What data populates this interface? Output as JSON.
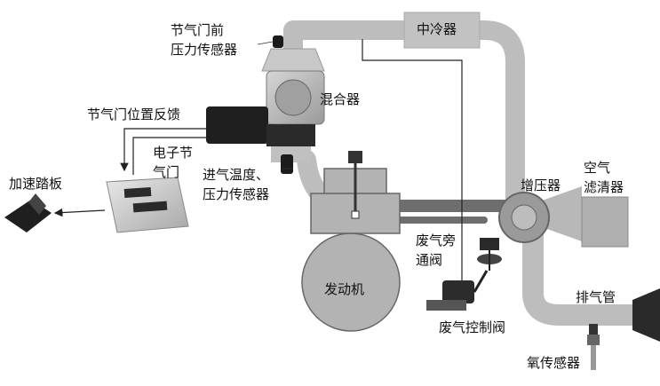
{
  "labels": {
    "throttle_front_sensor": [
      "节气门前",
      "压力传感器"
    ],
    "intercooler": "中冷器",
    "throttle_position": "节气门位置反馈",
    "mixer": "混合器",
    "e_throttle": [
      "电子节",
      "气门"
    ],
    "intake_temp_pressure": [
      "进气温度、",
      "压力传感器"
    ],
    "accelerator": "加速踏板",
    "turbo": "增压器",
    "air_filter": [
      "空气",
      "滤清器"
    ],
    "wastegate_bypass": [
      "废气旁",
      "通阀"
    ],
    "engine": "发动机",
    "exhaust_pipe": "排气管",
    "wastegate_control": "废气控制阀",
    "o2_sensor": "氧传感器"
  },
  "colors": {
    "pipe": "#bdbdbd",
    "dark_pipe": "#6e6e6e",
    "engine": "#b3b3b3",
    "ecu": "#2c2c2c",
    "line": "#222222"
  }
}
